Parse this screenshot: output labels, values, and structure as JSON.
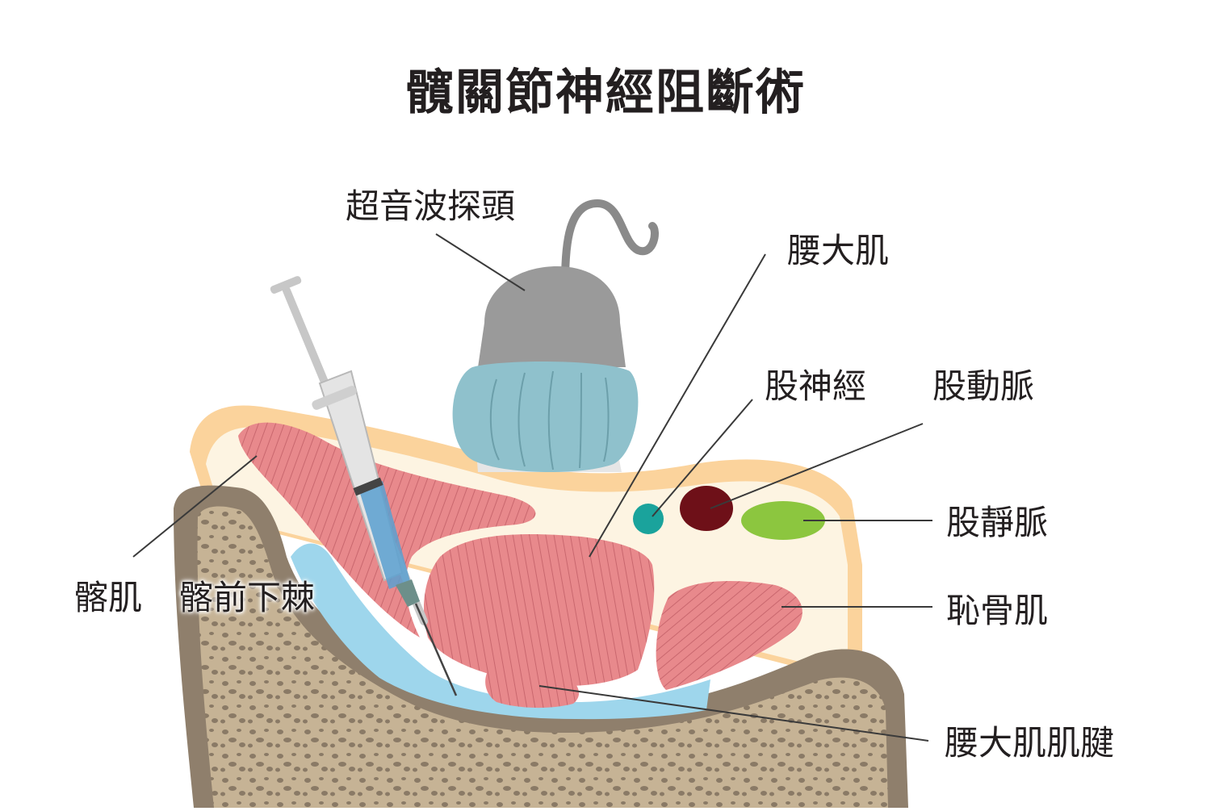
{
  "title": "髖關節神經阻斷術",
  "labels": {
    "probe": "超音波探頭",
    "psoas": "腰大肌",
    "femoral_nerve": "股神經",
    "femoral_artery": "股動脈",
    "femoral_vein": "股靜脈",
    "pectineus": "恥骨肌",
    "psoas_tendon": "腰大肌肌腱",
    "iliacus": "髂肌",
    "aiis": "髂前下棘"
  },
  "colors": {
    "skin": "#fbd39c",
    "fat": "#fdf4e2",
    "bone_outer": "#8f7f6c",
    "bone_inner": "#c6b395",
    "muscle": "#e8898c",
    "muscle_dark": "#b95a63",
    "fluid": "#9ed6ec",
    "probe_body": "#9a9a9a",
    "probe_gel": "#8fc1cc",
    "nerve": "#1aa39c",
    "artery": "#6e1018",
    "vein": "#8cc63f",
    "leader": "#3a3a3a"
  }
}
